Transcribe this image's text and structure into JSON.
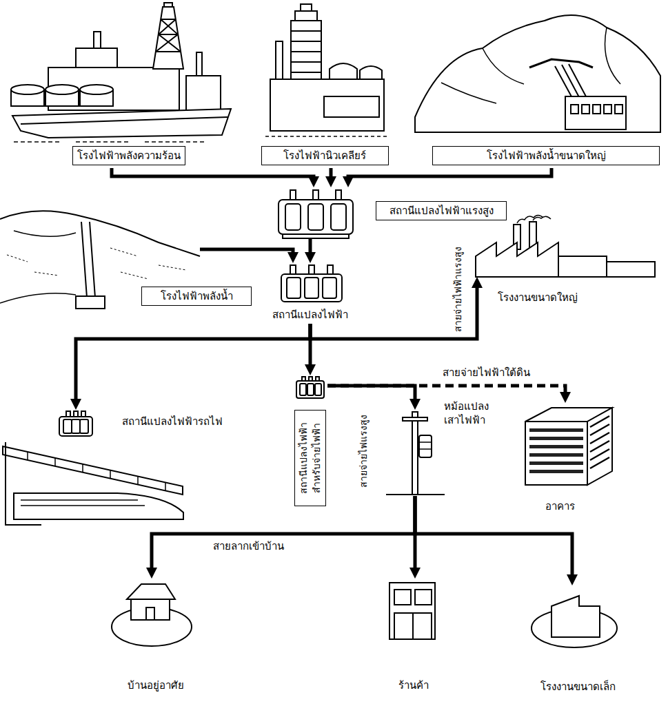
{
  "diagram": {
    "nodes": [
      {
        "text": [
          "โรงไฟฟ้าพลังความร้อน"
        ]
      },
      {
        "text": [
          "โรงไฟฟ้านิวเคลียร์"
        ]
      },
      {
        "text": [
          "โรงไฟฟ้าพลังน้ำขนาดใหญ่"
        ]
      },
      {
        "text": [
          "สถานีแปลงไฟฟ้าแรงสูง"
        ]
      },
      {
        "text": [
          "โรงไฟฟ้าพลังน้ำ"
        ]
      },
      {
        "text": [
          "สถานีแปลงไฟฟ้า"
        ]
      },
      {
        "text": [
          "โรงงานขนาดใหญ่"
        ]
      },
      {
        "text": [
          "สถานีแปลงไฟฟ้ารถไฟ"
        ]
      },
      {
        "text": [
          "สถานีแปลงไฟฟ้า สำหรับจ่ายไฟฟ้า"
        ]
      },
      {
        "text": [
          "หม้อแปลง เสาไฟฟ้า"
        ]
      },
      {
        "text": [
          "อาคาร"
        ]
      },
      {
        "text": [
          "บ้านอยู่อาศัย"
        ]
      },
      {
        "text": [
          "ร้านค้า"
        ]
      },
      {
        "text": [
          "โรงงานขนาดเล็ก"
        ]
      }
    ],
    "edges": [
      {
        "from": 0,
        "to": 3,
        "arrow": "to"
      },
      {
        "from": 1,
        "to": 3,
        "arrow": "to"
      },
      {
        "from": 2,
        "to": 3,
        "arrow": "to"
      },
      {
        "from": 3,
        "to": 5,
        "arrow": "to"
      },
      {
        "from": 4,
        "to": 5,
        "arrow": "to"
      },
      {
        "from": 5,
        "to": 6,
        "label": "สายจ่ายไฟฟ้าแรงสูง",
        "arrow": "to"
      },
      {
        "from": 5,
        "to": 7,
        "arrow": "to"
      },
      {
        "from": 5,
        "to": 8,
        "arrow": "to"
      },
      {
        "from": 8,
        "to": 9,
        "label": "สายจ่ายไฟแรงสูง",
        "arrow": "to"
      },
      {
        "from": 8,
        "to": 10,
        "label": "สายจ่ายไฟฟ้าใต้ดิน",
        "arrow": "to"
      },
      {
        "from": 9,
        "to": 11,
        "label": "สายลากเข้าบ้าน",
        "arrow": "to"
      },
      {
        "from": 9,
        "to": 12,
        "arrow": "to"
      },
      {
        "from": 9,
        "to": 13,
        "arrow": "to"
      }
    ]
  }
}
